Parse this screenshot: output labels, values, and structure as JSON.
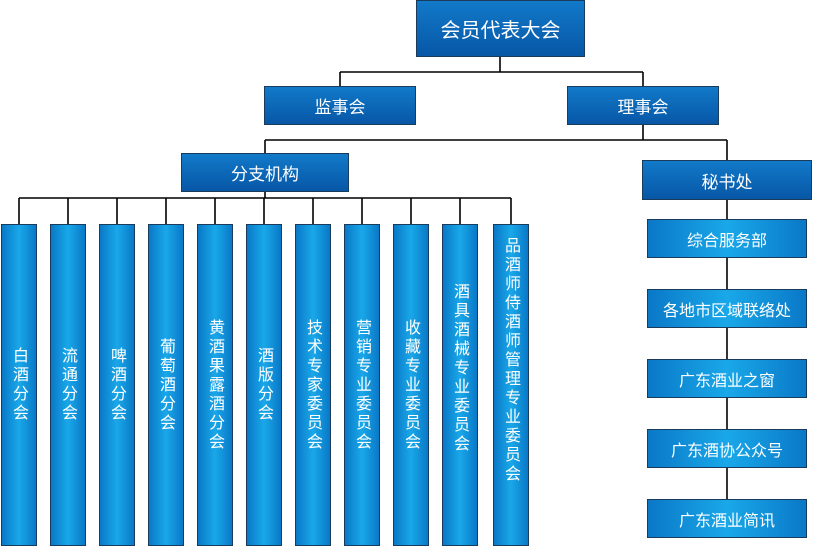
{
  "root": {
    "label": "会员代表大会"
  },
  "level2": {
    "supervisory": "监事会",
    "council": "理事会"
  },
  "level3": {
    "branches": "分支机构",
    "secretariat": "秘书处"
  },
  "branch_items": [
    "白酒分会",
    "流通分会",
    "啤酒分会",
    "葡萄酒分会",
    "黄酒果露酒分会",
    "酒版分会",
    "技术专家委员会",
    "营销专业委员会",
    "收藏专业委员会",
    "酒具酒械专业委员会",
    "品酒师侍酒师管理专业委员会"
  ],
  "secretariat_items": [
    "综合服务部",
    "各地市区域联络处",
    "广东酒业之窗",
    "广东酒协公众号",
    "广东酒业简讯"
  ]
}
